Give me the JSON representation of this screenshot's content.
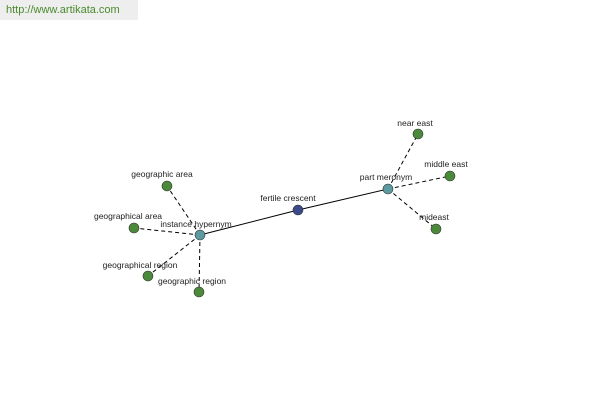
{
  "header": {
    "url": "http://www.artikata.com"
  },
  "colors": {
    "center": "#3d4a8a",
    "relation": "#5b9aa0",
    "leaf": "#4a8a3a",
    "banner_bg": "#eeeeee",
    "banner_text": "#4a8a2e"
  },
  "graph": {
    "center": {
      "label": "fertile crescent"
    },
    "relations": [
      {
        "id": "hypernym",
        "label": "instance hypernym",
        "leaves": [
          "geographic area",
          "geographical area",
          "geographical region",
          "geographic region"
        ]
      },
      {
        "id": "meronym",
        "label": "part meronym",
        "leaves": [
          "near east",
          "middle east",
          "mideast"
        ]
      }
    ]
  }
}
